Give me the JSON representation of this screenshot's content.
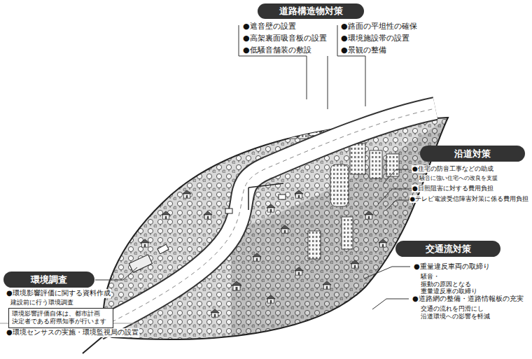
{
  "diagram": {
    "nodes": [
      {
        "text": [
          "道路構造物対策"
        ]
      },
      {
        "text": [
          "沿道対策"
        ]
      },
      {
        "text": [
          "交通流対策"
        ]
      },
      {
        "text": [
          "環境調査"
        ]
      },
      {
        "text": [
          "環境影響評価自体は、都市計画 決定者である府県知事が行います"
        ]
      }
    ],
    "labels": [
      "●遮音壁の設置",
      "●高架裏面吸音板の設置",
      "●低騒音舗装の敷設",
      "●路面の平坦性の確保",
      "●環境施設帯の設置",
      "●景観の整備",
      "●住宅の防音工事などの助成",
      "騒音に強い住宅への改良を支援",
      "●日照阻害に対する費用負担",
      "●テレビ電波受信障害対策に係る費用負担",
      "●重量違反車両の取締り",
      "騒音・振動の原因となる 重量違反車の取締り",
      "●道路網の整備・道路情報板の充実",
      "交通の流れを円滑にし 沿道環境への影響を軽減",
      "●環境影響評価に関する資料作成",
      "建設前に行う環境調査",
      "●環境センサスの実施・環境監視局の設置"
    ]
  }
}
